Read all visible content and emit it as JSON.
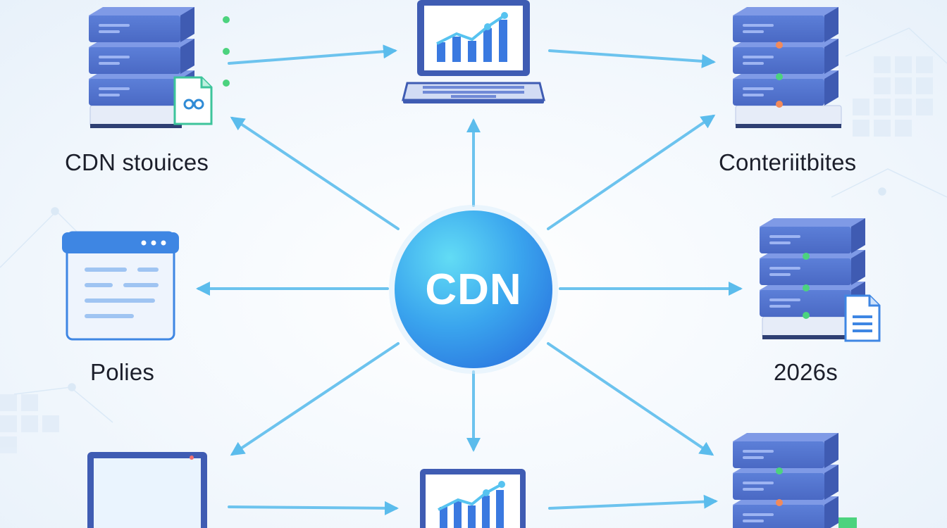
{
  "center": {
    "label": "CDN"
  },
  "nodes": {
    "top_left": {
      "label": "CDN stouices",
      "icon": "server-stack-icon"
    },
    "top_center": {
      "icon": "laptop-chart-icon"
    },
    "top_right": {
      "label": "Conteriitbites",
      "icon": "server-stack-icon"
    },
    "mid_left": {
      "label": "Polies",
      "icon": "browser-window-icon"
    },
    "mid_right": {
      "label": "2026s",
      "icon": "server-stack-icon"
    },
    "bottom_left": {
      "icon": "monitor-icon"
    },
    "bottom_center": {
      "icon": "monitor-chart-icon"
    },
    "bottom_right": {
      "icon": "server-stack-icon"
    }
  },
  "colors": {
    "arrow": "#6cc3ee",
    "server_blue": "#5b7fd6",
    "hub_light": "#5fd3f3",
    "hub_dark": "#2f86e6",
    "status_green": "#4cd37e",
    "status_orange": "#f28a5a"
  }
}
